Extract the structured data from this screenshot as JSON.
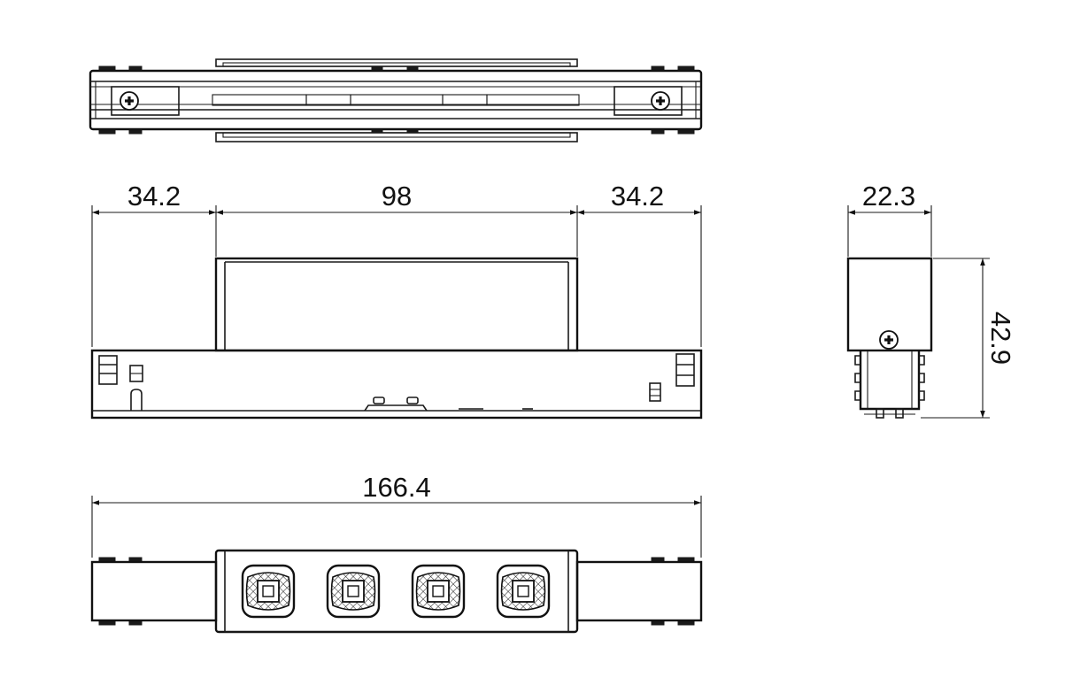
{
  "dimensions": {
    "left_end_length": "34.2",
    "center_length": "98",
    "right_end_length": "34.2",
    "depth": "22.3",
    "height": "42.9",
    "overall_length": "166.4"
  }
}
